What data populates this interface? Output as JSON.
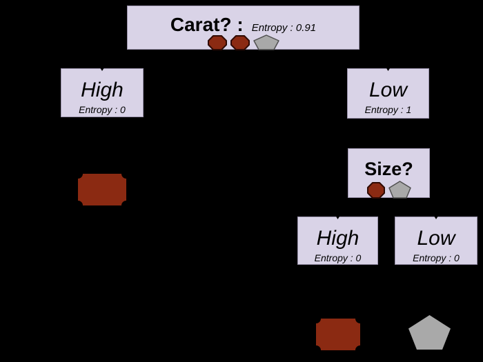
{
  "diagram": {
    "type": "decision-tree",
    "background": "#000000",
    "node_fill": "#D9D3E7",
    "node_border": "#9A92AB"
  },
  "colors": {
    "class_red": "#8B2A12",
    "class_red_stroke": "#2F0A03",
    "class_gray": "#A9A9A9",
    "class_gray_stroke": "#4F4F4F"
  },
  "nodes": {
    "root": {
      "title": "Carat? :",
      "entropy": "Entropy : 0.91",
      "icons": [
        "red-octagon",
        "red-octagon",
        "gray-pentagon"
      ]
    },
    "carat_high": {
      "title": "High",
      "entropy": "Entropy : 0"
    },
    "carat_low": {
      "title": "Low",
      "entropy": "Entropy : 1"
    },
    "size": {
      "title": "Size?",
      "icons": [
        "red-octagon",
        "gray-pentagon"
      ]
    },
    "size_high": {
      "title": "High",
      "entropy": "Entropy : 0"
    },
    "size_low": {
      "title": "Low",
      "entropy": "Entropy : 0"
    }
  },
  "leaves": {
    "carat_high_leaf": "red-plaque",
    "size_high_leaf": "red-plaque",
    "size_low_leaf": "gray-pentagon"
  }
}
